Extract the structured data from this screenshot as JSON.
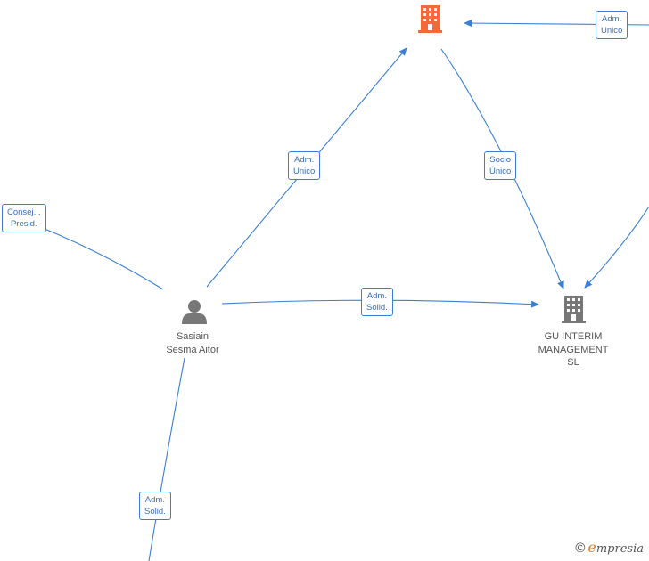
{
  "colors": {
    "edge": "#3a7fd5",
    "highlight_company": "#f26a3a",
    "company": "#777777",
    "person": "#777777",
    "brand_accent": "#e07a1f"
  },
  "nodes": {
    "company_top": {
      "icon": "building-icon",
      "name": []
    },
    "gu_interim": {
      "icon": "building-icon",
      "name": [
        "GU INTERIM",
        "MANAGEMENT",
        "SL"
      ]
    },
    "sasiain": {
      "icon": "person-icon",
      "name": [
        "Sasiain",
        "Sesma Aitor"
      ]
    }
  },
  "edges": {
    "adm_unico_top_right": [
      "Adm.",
      "Unico"
    ],
    "adm_unico_left": [
      "Adm.",
      "Unico"
    ],
    "socio_unico": [
      "Socio",
      "Único"
    ],
    "consej_presid": [
      "Consej. ,",
      "Presid."
    ],
    "adm_solid_middle": [
      "Adm.",
      "Solid."
    ],
    "adm_solid_bottom": [
      "Adm.",
      "Solid."
    ]
  },
  "brand": {
    "copyright": "©",
    "initial": "e",
    "rest": "mpresia"
  }
}
